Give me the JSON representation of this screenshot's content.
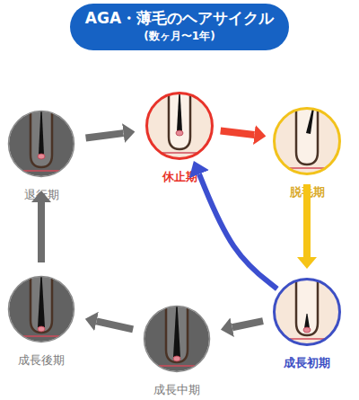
{
  "diagram": {
    "title": "AGA・薄毛のヘアサイクル",
    "nodes": [
      {
        "text": [
          "休止期"
        ]
      },
      {
        "text": [
          "脱毛期"
        ]
      },
      {
        "text": [
          "成長初期"
        ]
      },
      {
        "text": [
          "成長中期"
        ]
      },
      {
        "text": [
          "成長後期"
        ]
      },
      {
        "text": [
          "退行期"
        ]
      }
    ],
    "edges": [
      {
        "from": 0,
        "to": 1,
        "arrow": "to"
      },
      {
        "from": 1,
        "to": 2,
        "arrow": "to"
      },
      {
        "from": 2,
        "to": 3,
        "arrow": "to"
      },
      {
        "from": 3,
        "to": 4,
        "arrow": "to"
      },
      {
        "from": 4,
        "to": 5,
        "arrow": "to"
      },
      {
        "from": 5,
        "to": 0,
        "arrow": "to"
      },
      {
        "from": 2,
        "to": 0,
        "arrow": "to"
      }
    ],
    "labels": [
      "(数ヶ月〜1年)"
    ]
  }
}
